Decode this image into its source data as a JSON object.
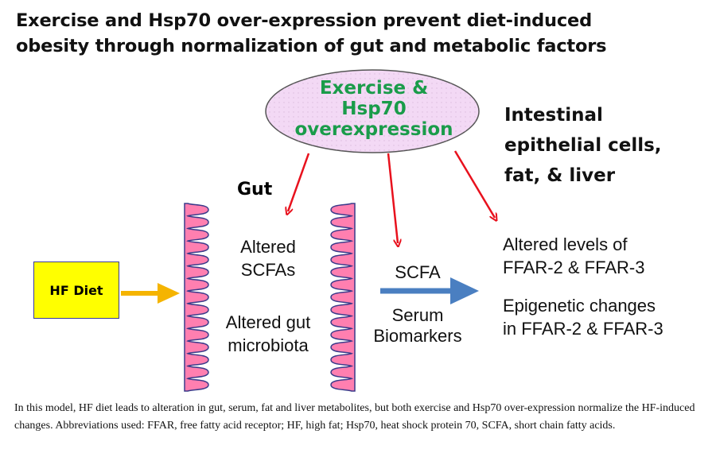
{
  "title_line1": "Exercise and Hsp70 over-expression prevent diet-induced",
  "title_line2": "obesity through normalization of gut and metabolic factors",
  "intervention": {
    "line1": "Exercise &",
    "line2": "Hsp70",
    "line3": "overexpression"
  },
  "tissues": {
    "line1": "Intestinal",
    "line2": "epithelial cells,",
    "line3": "fat, & liver"
  },
  "gut_title": "Gut",
  "hf_diet": "HF Diet",
  "gut_changes": {
    "scfa_line1": "Altered",
    "scfa_line2": "SCFAs",
    "micro_line1": "Altered gut",
    "micro_line2": "microbiota"
  },
  "serum": {
    "scfa": "SCFA",
    "line1": "Serum",
    "line2": "Biomarkers"
  },
  "outcomes": {
    "levels_line1": "Altered levels of",
    "levels_line2": "FFAR-2 & FFAR-3",
    "epi_line1": "Epigenetic changes",
    "epi_line2": "in FFAR-2 & FFAR-3"
  },
  "caption": "In this model, HF diet leads to alteration in gut, serum, fat and liver metabolites, but both exercise and Hsp70 over-expression normalize the HF-induced changes. Abbreviations used: FFAR, free fatty acid receptor; HF, high fat; Hsp70, heat shock protein 70, SCFA, short chain fatty acids.",
  "colors": {
    "intervention_text": "#1a9c4a",
    "ellipse_fill": "#f3d9f5",
    "villi": "#ff7fb0",
    "red_arrow": "#e8111d",
    "blue_arrow": "#4a7fc1",
    "hf_box": "#ffff00",
    "orange_arrow": "#f5b400"
  }
}
